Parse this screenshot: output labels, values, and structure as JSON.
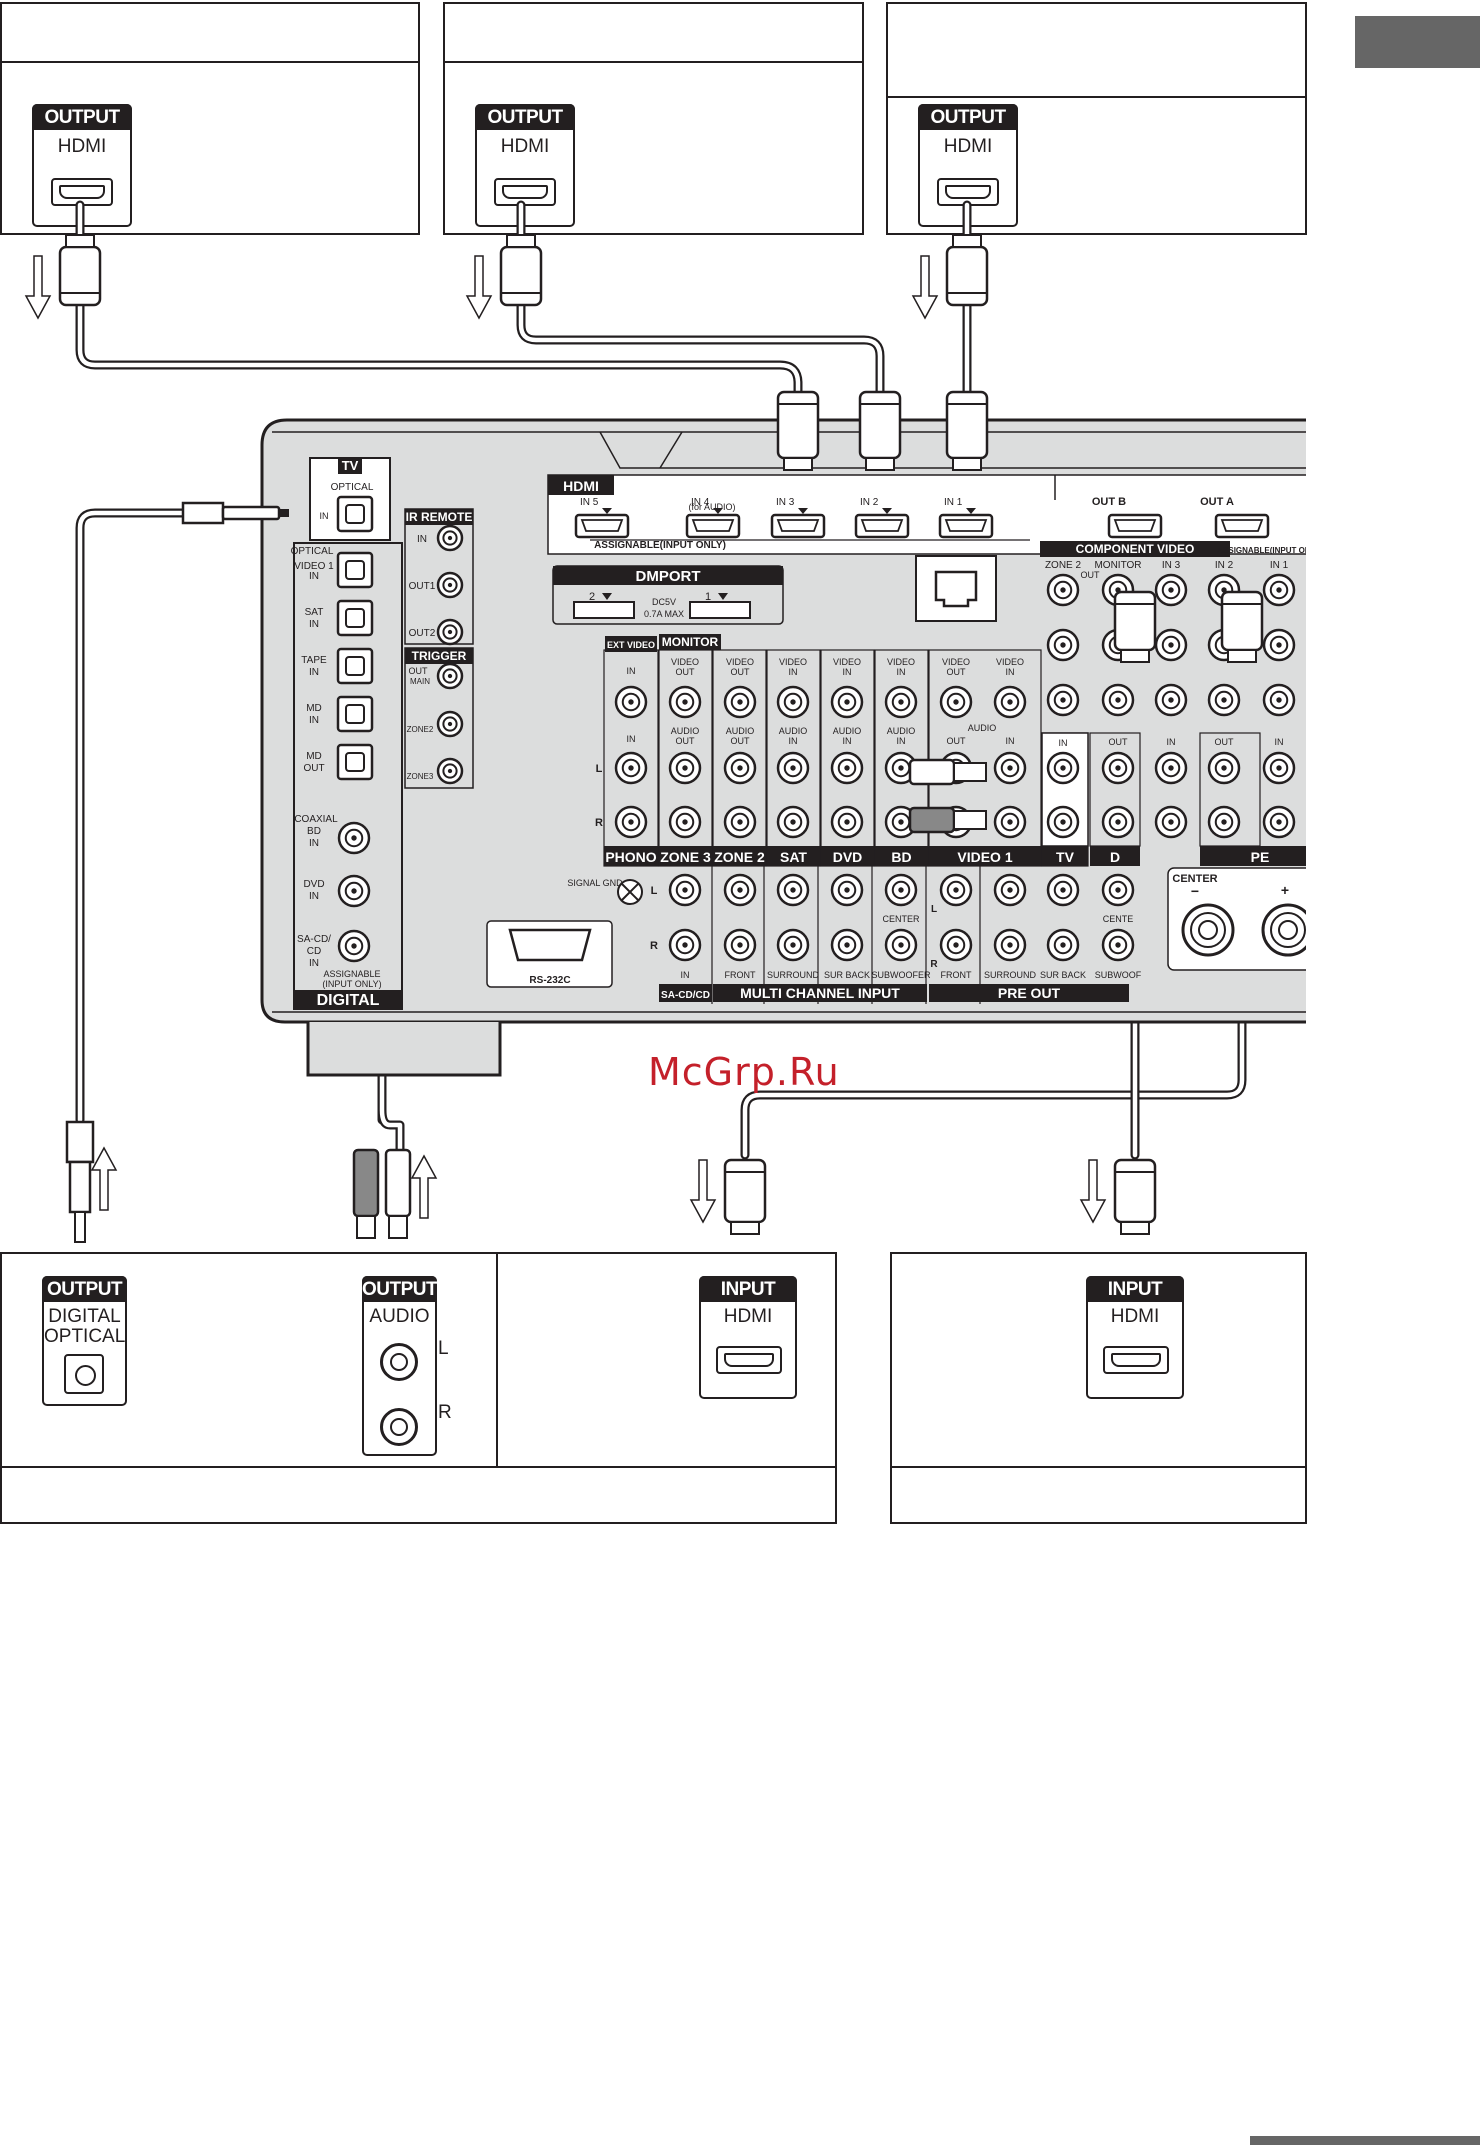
{
  "top_devices": [
    {
      "port_tag": "OUTPUT",
      "port_type": "HDMI"
    },
    {
      "port_tag": "OUTPUT",
      "port_type": "HDMI"
    },
    {
      "port_tag": "OUTPUT",
      "port_type": "HDMI"
    }
  ],
  "bottom_left_device": {
    "digital_port": {
      "tag": "OUTPUT",
      "line1": "DIGITAL",
      "line2": "OPTICAL"
    },
    "audio_port": {
      "tag": "OUTPUT",
      "label": "AUDIO",
      "left": "L",
      "right": "R"
    },
    "hdmi_port": {
      "tag": "INPUT",
      "type": "HDMI"
    }
  },
  "bottom_right_device": {
    "hdmi_port": {
      "tag": "INPUT",
      "type": "HDMI"
    }
  },
  "watermark": "McGrp.Ru",
  "receiver": {
    "hdmi": {
      "title": "HDMI",
      "inputs": [
        "IN 5",
        "IN 4",
        "(for AUDIO)",
        "IN 3",
        "IN 2",
        "IN 1"
      ],
      "assignable": "ASSIGNABLE(INPUT ONLY)",
      "outputs": [
        "OUT B",
        "OUT A"
      ]
    },
    "dmport": {
      "title": "DMPORT",
      "ports": [
        "2",
        "1"
      ],
      "power": "DC5V",
      "current": "0.7A MAX"
    },
    "digital": {
      "title": "DIGITAL",
      "tv": "TV",
      "tv_optical": "OPTICAL",
      "tv_in": "IN",
      "optical_header": "OPTICAL",
      "optical_inputs": [
        {
          "name": "VIDEO 1",
          "dir": "IN"
        },
        {
          "name": "SAT",
          "dir": "IN"
        },
        {
          "name": "TAPE",
          "dir": "IN"
        },
        {
          "name": "MD",
          "dir": "IN"
        },
        {
          "name": "MD",
          "dir": "OUT"
        }
      ],
      "coaxial": "COAXIAL",
      "coaxial_inputs": [
        {
          "name": "BD",
          "dir": "IN"
        },
        {
          "name": "DVD",
          "dir": "IN"
        },
        {
          "name": "SA-CD/ CD",
          "dir": "IN"
        }
      ],
      "assignable": "ASSIGNABLE (INPUT ONLY)"
    },
    "ir_remote": {
      "title": "IR REMOTE",
      "ports": [
        "IN",
        "OUT1",
        "OUT2"
      ]
    },
    "trigger": {
      "title": "TRIGGER",
      "out": "OUT",
      "ports": [
        "MAIN",
        "ZONE2",
        "ZONE3"
      ]
    },
    "av": {
      "ext_video": "EXT VIDEO",
      "monitor": "MONITOR",
      "column_labels": [
        "PHONO",
        "ZONE 3",
        "ZONE 2",
        "SAT",
        "DVD",
        "BD",
        "VIDEO 1",
        "TV",
        "D",
        "PE"
      ],
      "video_out": [
        "VIDEO",
        "OUT"
      ],
      "video_in": [
        "VIDEO",
        "IN"
      ],
      "audio_out": [
        "AUDIO",
        "OUT"
      ],
      "audio_in": [
        "AUDIO",
        "IN"
      ],
      "audio": "AUDIO",
      "in": "IN",
      "out": "OUT",
      "L": "L",
      "R": "R"
    },
    "component": {
      "title": "COMPONENT VIDEO",
      "assignable": "ASSIGNABLE(INPUT ONLY)",
      "cols": [
        "ZONE 2",
        "MONITOR",
        "IN 3",
        "IN 2",
        "IN 1"
      ],
      "zone_out": "OUT"
    },
    "signal_gnd": "SIGNAL GND",
    "rs232c": "RS-232C",
    "multi": {
      "sacd": "SA-CD/CD",
      "title": "MULTI CHANNEL INPUT",
      "labels": [
        "IN",
        "FRONT",
        "SURROUND",
        "SUR BACK",
        "SUBWOOFER"
      ],
      "center": "CENTER"
    },
    "preout": {
      "title": "PRE OUT",
      "labels": [
        "FRONT",
        "SURROUND",
        "SUR BACK",
        "SUBWOOF"
      ],
      "center": "CENTE"
    },
    "speaker": {
      "center": "CENTER",
      "minus": "−",
      "plus": "+"
    }
  }
}
